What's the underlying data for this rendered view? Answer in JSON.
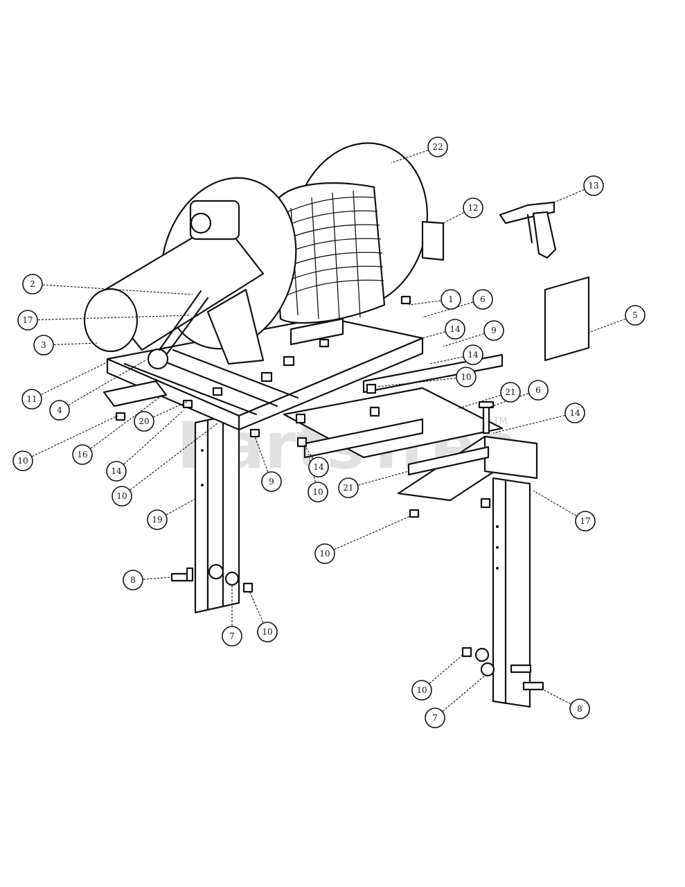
{
  "watermark": {
    "text": "PartsTree",
    "trademark": "TM"
  },
  "callouts": [
    {
      "label": "22"
    },
    {
      "label": "13"
    },
    {
      "label": "12"
    },
    {
      "label": "2"
    },
    {
      "label": "17"
    },
    {
      "label": "3"
    },
    {
      "label": "1"
    },
    {
      "label": "6"
    },
    {
      "label": "14"
    },
    {
      "label": "9"
    },
    {
      "label": "5"
    },
    {
      "label": "14"
    },
    {
      "label": "10"
    },
    {
      "label": "21"
    },
    {
      "label": "6"
    },
    {
      "label": "14"
    },
    {
      "label": "11"
    },
    {
      "label": "4"
    },
    {
      "label": "20"
    },
    {
      "label": "10"
    },
    {
      "label": "16"
    },
    {
      "label": "14"
    },
    {
      "label": "10"
    },
    {
      "label": "9"
    },
    {
      "label": "14"
    },
    {
      "label": "10"
    },
    {
      "label": "21"
    },
    {
      "label": "17"
    },
    {
      "label": "19"
    },
    {
      "label": "10"
    },
    {
      "label": "8"
    },
    {
      "label": "7"
    },
    {
      "label": "10"
    },
    {
      "label": "10"
    },
    {
      "label": "7"
    },
    {
      "label": "8"
    }
  ]
}
